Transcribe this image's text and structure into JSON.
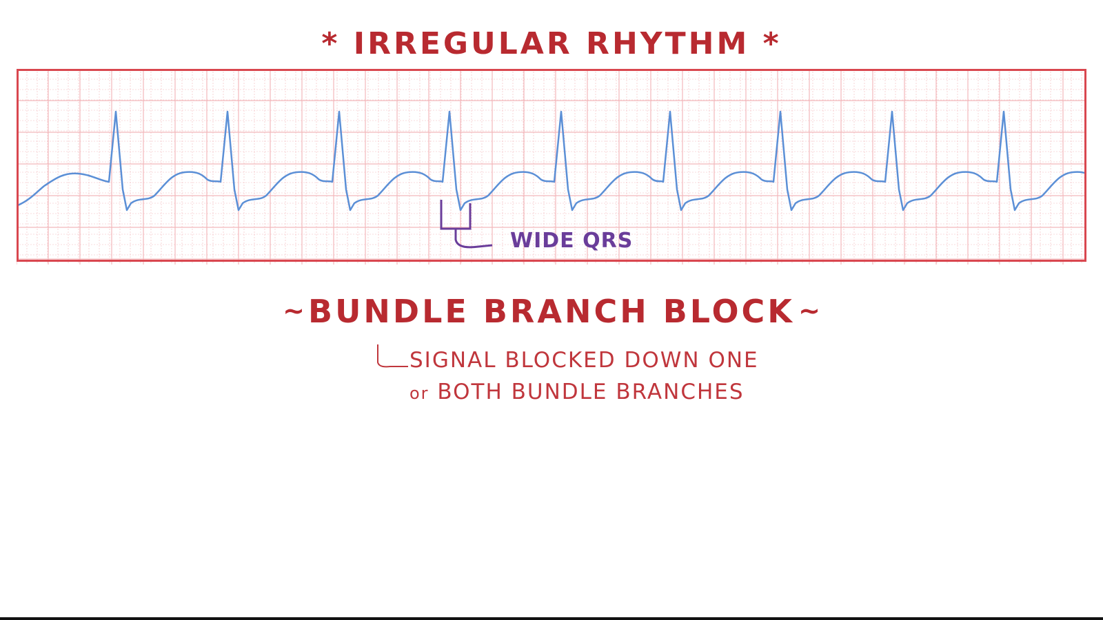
{
  "title": "* IRREGULAR RHYTHM *",
  "annotation": {
    "wide_qrs": "WIDE QRS"
  },
  "subtitle": {
    "tilde_left": "~",
    "text": "BUNDLE BRANCH BLOCK",
    "tilde_right": "~"
  },
  "description": {
    "line1": "SIGNAL BLOCKED DOWN ONE",
    "line2_or": "or",
    "line2_rest": "BOTH BUNDLE BRANCHES"
  },
  "colors": {
    "title_red": "#b82a30",
    "strip_border": "#d9474f",
    "grid_line": "#f2b7bb",
    "ecg_trace": "#5b8fd6",
    "annotation_purple": "#6a3d9a"
  },
  "ecg": {
    "beat_count": 9,
    "qrs": "wide"
  }
}
